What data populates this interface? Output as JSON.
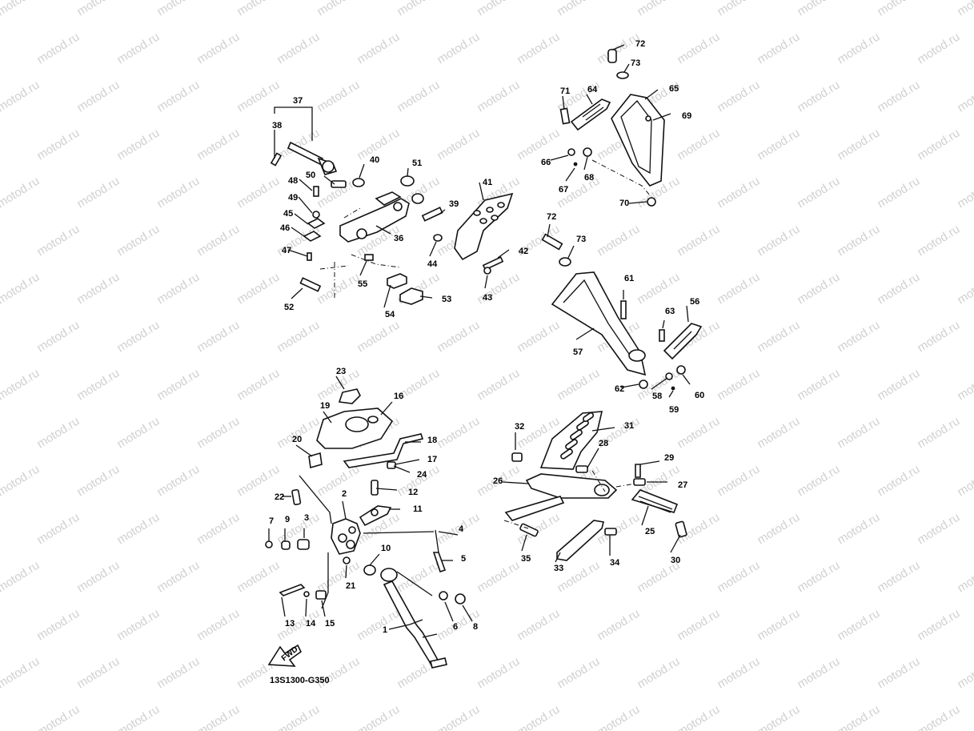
{
  "watermark": "motod.ru",
  "diagram_code": "13S1300-G350",
  "fwd_label": "FWD",
  "callouts": [
    "1",
    "2",
    "3",
    "4",
    "5",
    "6",
    "7",
    "8",
    "9",
    "10",
    "11",
    "12",
    "13",
    "14",
    "15",
    "16",
    "17",
    "18",
    "19",
    "20",
    "21",
    "22",
    "23",
    "24",
    "25",
    "26",
    "27",
    "28",
    "29",
    "30",
    "31",
    "32",
    "33",
    "34",
    "35",
    "36",
    "37",
    "38",
    "39",
    "40",
    "41",
    "42",
    "43",
    "44",
    "45",
    "46",
    "47",
    "48",
    "49",
    "50",
    "51",
    "52",
    "53",
    "54",
    "55",
    "56",
    "57",
    "58",
    "59",
    "60",
    "61",
    "62",
    "63",
    "64",
    "65",
    "66",
    "67",
    "68",
    "69",
    "70",
    "71",
    "72",
    "73"
  ]
}
